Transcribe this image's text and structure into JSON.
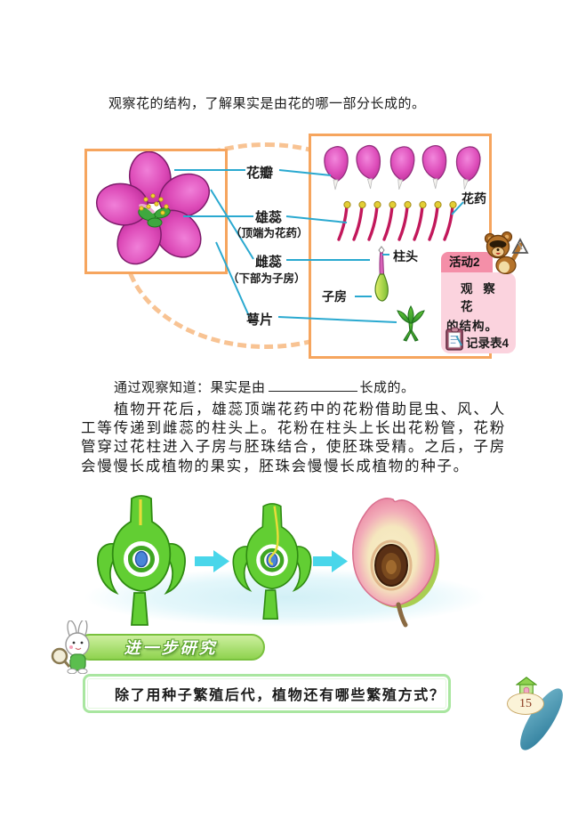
{
  "page": {
    "intro_text": "观察花的结构，了解果实是由花的哪一部分长成的。",
    "page_number": "15"
  },
  "flower_diagram": {
    "labels": {
      "petal": "花瓣",
      "stamen": "雄蕊",
      "stamen_note": "（顶端为花药）",
      "pistil": "雌蕊",
      "pistil_note": "（下部为子房）",
      "sepal": "萼片"
    },
    "part_labels": {
      "anther": "花药",
      "stigma": "柱头",
      "ovary": "子房"
    }
  },
  "activity_box": {
    "title": "活动2",
    "body_line1": "观 察 花",
    "body_line2": "的结构。",
    "record_label": "记录表4"
  },
  "observation_line": {
    "prefix": "通过观察知道：果实是由",
    "suffix": "长成的。"
  },
  "paragraph": "植物开花后，雄蕊顶端花药中的花粉借助昆虫、风、人工等传递到雌蕊的柱头上。花粉在柱头上长出花粉管，花粉管穿过花柱进入子房与胚珠结合，使胚珠受精。之后，子房会慢慢长成植物的果实，胚珠会慢慢长成植物的种子。",
  "further_research": {
    "banner_label": "进一步研究",
    "question": "除了用种子繁殖后代，植物还有哪些繁殖方式？"
  },
  "colors": {
    "box_border": "#F6A55E",
    "dashed_arc": "#F8C393",
    "connector_line": "#2AA9D0",
    "activity_header": "#F48FA8",
    "activity_body": "#FBD3DE",
    "banner_green": "#8FD34F",
    "question_border": "#A9E6A0",
    "arrow_cyan": "#49D6EA",
    "swoosh_teal": "#2E7D9C"
  }
}
